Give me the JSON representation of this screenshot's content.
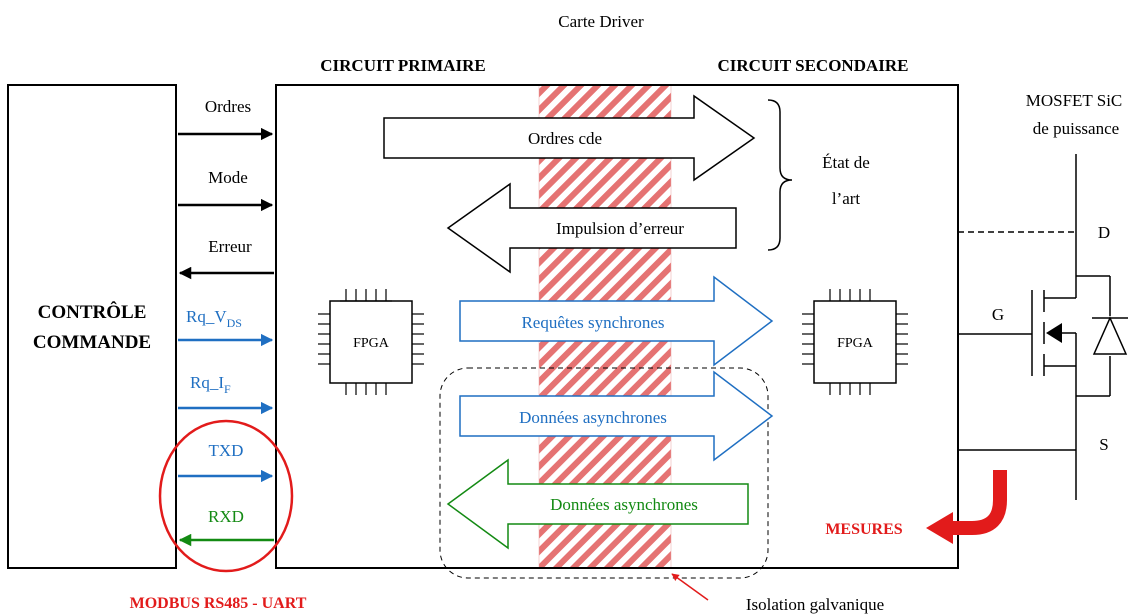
{
  "header": {
    "carte_label": "Carte Driver"
  },
  "sections": {
    "primary_label": "CIRCUIT PRIMAIRE",
    "secondary_label": "CIRCUIT SECONDAIRE"
  },
  "controle": {
    "line1": "CONTRÔLE",
    "line2": "COMMANDE"
  },
  "signals": {
    "ordres": "Ordres",
    "mode": "Mode",
    "erreur": "Erreur",
    "rqv_main": "Rq_V",
    "rqv_sub": "DS",
    "rqi_main": "Rq_I",
    "rqi_sub": "F",
    "txd": "TXD",
    "rxd": "RXD"
  },
  "arrows": {
    "ordres_cde": "Ordres cde",
    "impulsion_erreur": "Impulsion d’erreur",
    "requetes_sync": "Requêtes synchrones",
    "donnees_async_out": "Données asynchrones",
    "donnees_async_in": "Données asynchrones"
  },
  "etat_art": {
    "line1": "État de",
    "line2": "l’art"
  },
  "fpga": {
    "left_label": "FPGA",
    "right_label": "FPGA"
  },
  "mosfet": {
    "title_line1": "MOSFET SiC",
    "title_line2": "de puissance",
    "drain": "D",
    "gate": "G",
    "source": "S"
  },
  "mesures": "MESURES",
  "isolation": "Isolation galvanique",
  "modbus": "MODBUS RS485 - UART",
  "colors": {
    "black": "#000000",
    "blue": "#1f6fc2",
    "green": "#138a13",
    "red": "#e21b1b",
    "hatch": "#e57373"
  }
}
